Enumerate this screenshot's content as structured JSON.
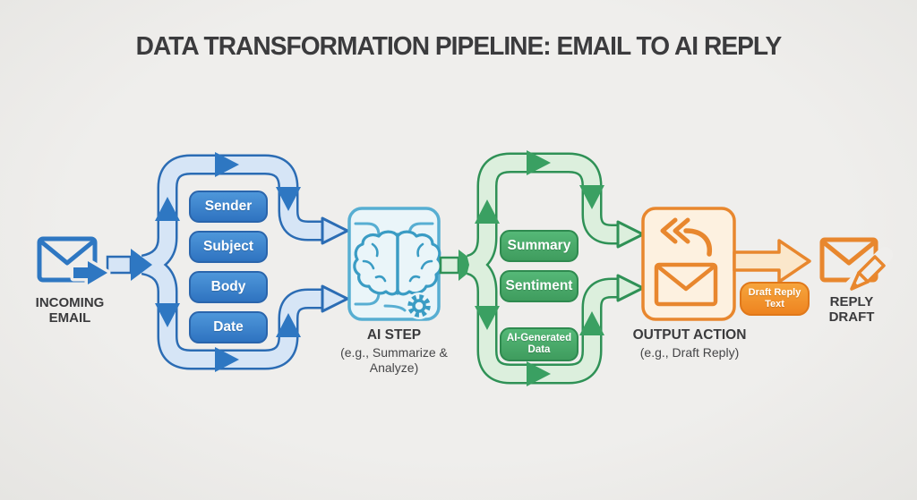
{
  "title": "DATA TRANSFORMATION PIPELINE: EMAIL TO AI REPLY",
  "input": {
    "label": "INCOMING EMAIL"
  },
  "email_fields": {
    "items": [
      "Sender",
      "Subject",
      "Body",
      "Date"
    ]
  },
  "ai_step": {
    "label": "AI STEP",
    "sublabel": "(e.g., Summarize & Analyze)"
  },
  "ai_outputs": {
    "items": [
      "Summary",
      "Sentiment",
      "AI-Generated Data"
    ]
  },
  "output_action": {
    "label": "OUTPUT ACTION",
    "sublabel": "(e.g., Draft Reply)",
    "draft_tag": "Draft Reply Text"
  },
  "reply_draft": {
    "label": "REPLY DRAFT"
  },
  "icons": {
    "incoming": "envelope-arrow-icon",
    "ai": "brain-icon",
    "ai_secondary": "gear-icon",
    "output": "reply-envelope-icon",
    "reply": "envelope-pencil-icon"
  },
  "colors": {
    "background": "#efeeec",
    "blue_accent": "#2e77c2",
    "blue_tube_fill": "#d6e5f6",
    "green_accent": "#3aa062",
    "green_tube_fill": "#dcefdd",
    "teal_accent": "#57aed2",
    "ai_box_fill": "#eaf5f9",
    "orange_accent": "#e8872e",
    "orange_box_fill": "#fdf1e0",
    "text_dark": "#3a3a3c"
  }
}
